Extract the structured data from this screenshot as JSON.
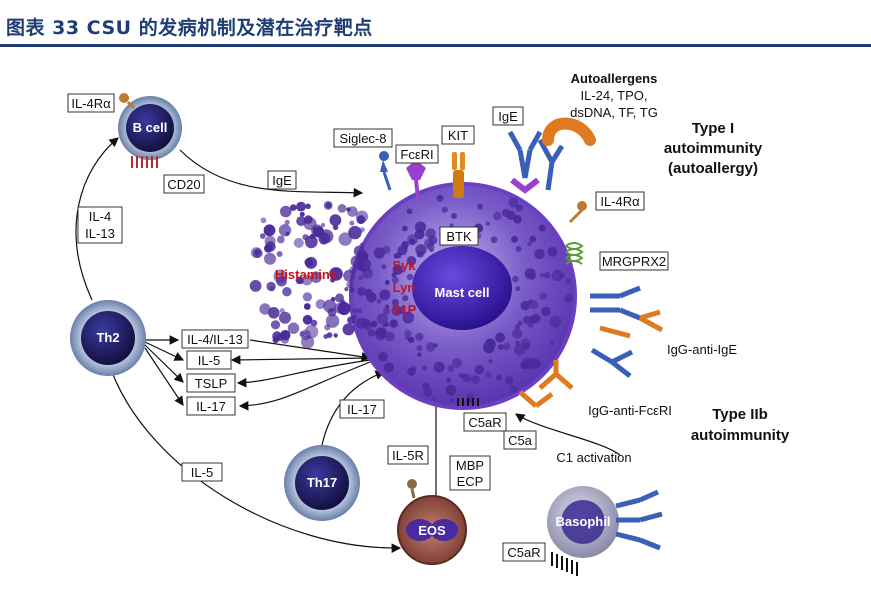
{
  "header": {
    "title": "图表 33  CSU 的发病机制及潜在治疗靶点"
  },
  "cells": {
    "bcell": "B cell",
    "th2": "Th2",
    "th17": "Th17",
    "eos": "EOS",
    "basophil": "Basophil",
    "mast": "Mast cell"
  },
  "labels": {
    "il4ra_b": "IL-4Rα",
    "cd20": "CD20",
    "ige_flow": "IgE",
    "il4": "IL-4",
    "il13": "IL-13",
    "il4_il13": "IL-4/IL-13",
    "il5_box": "IL-5",
    "tslp": "TSLP",
    "il17_box": "IL-17",
    "il5_eos": "IL-5",
    "il17_th17": "IL-17",
    "il5r": "IL-5R",
    "mbp": "MBP",
    "ecp": "ECP",
    "siglec8": "Siglec-8",
    "fceri": "FcεRI",
    "kit": "KIT",
    "ige_top": "IgE",
    "btk": "BTK",
    "histamine": "Histamine",
    "syk": "Syk",
    "lyn": "Lyn",
    "s1p": "S1P",
    "il4ra_mast": "IL-4Rα",
    "mrgprx2": "MRGPRX2",
    "igg_anti_ige": "IgG-anti-IgE",
    "igg_anti_fceri": "IgG-anti-FcεRI",
    "c5ar_mast": "C5aR",
    "c5a": "C5a",
    "c1": "C1 activation",
    "c5ar_baso": "C5aR"
  },
  "autoallergens": {
    "title": "Autoallergens",
    "line1": "IL-24, TPO,",
    "line2": "dsDNA, TF, TG"
  },
  "type1": {
    "line1": "Type I",
    "line2": "autoimmunity",
    "line3": "(autoallergy)"
  },
  "type2b": {
    "line1": "Type IIb",
    "line2": "autoimmunity"
  },
  "colors": {
    "title": "#1f3d73",
    "cell_dark": "#2a1a7a",
    "cell_light": "#8a7fd0",
    "granule": "#4a2a9a",
    "red_text": "#c0141c",
    "receptor_blue": "#3a5fb8",
    "receptor_orange": "#e07a20"
  }
}
